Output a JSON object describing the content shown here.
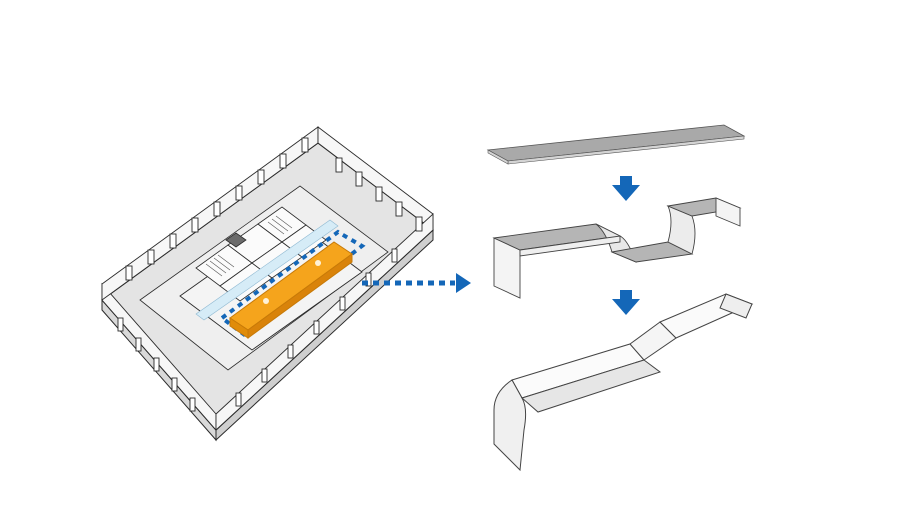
{
  "colors": {
    "background": "#ffffff",
    "highlight": "#f5a41c",
    "highlight_edge": "#c77a08",
    "arrow_blue": "#1467b8",
    "outline": "#2b2b2b",
    "floor_gray": "#e4e4e4",
    "wall_white": "#f7f7f7",
    "plank_top": "#a9a9a9",
    "form_face": "#f2f2f2"
  },
  "icons": {
    "transition_arrow": "down-arrow-icon",
    "connector_arrow": "dotted-right-arrow-icon"
  },
  "stages": [
    {
      "name": "flat-plank"
    },
    {
      "name": "folded-bench"
    },
    {
      "name": "unfolded-surface"
    }
  ]
}
